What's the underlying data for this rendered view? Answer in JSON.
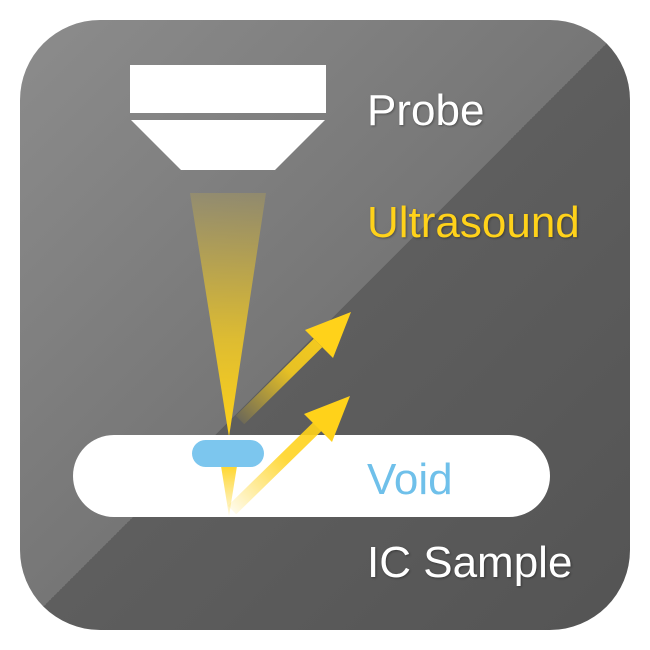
{
  "labels": {
    "probe": "Probe",
    "ultrasound": "Ultrasound",
    "void": "Void",
    "ic_sample": "IC Sample"
  },
  "colors": {
    "background_light": "#8a8a8a",
    "background_dark": "#5a5a5a",
    "probe": "#ffffff",
    "sample": "#ffffff",
    "ultrasound": "#ffd21a",
    "void": "#7cc6ee",
    "label_light": "#ffffff",
    "label_void": "#6fc0ea"
  },
  "icons": {
    "probe": "transducer-probe-icon",
    "beam": "ultrasound-beam",
    "reflection": "reflection-arrow-icon"
  }
}
